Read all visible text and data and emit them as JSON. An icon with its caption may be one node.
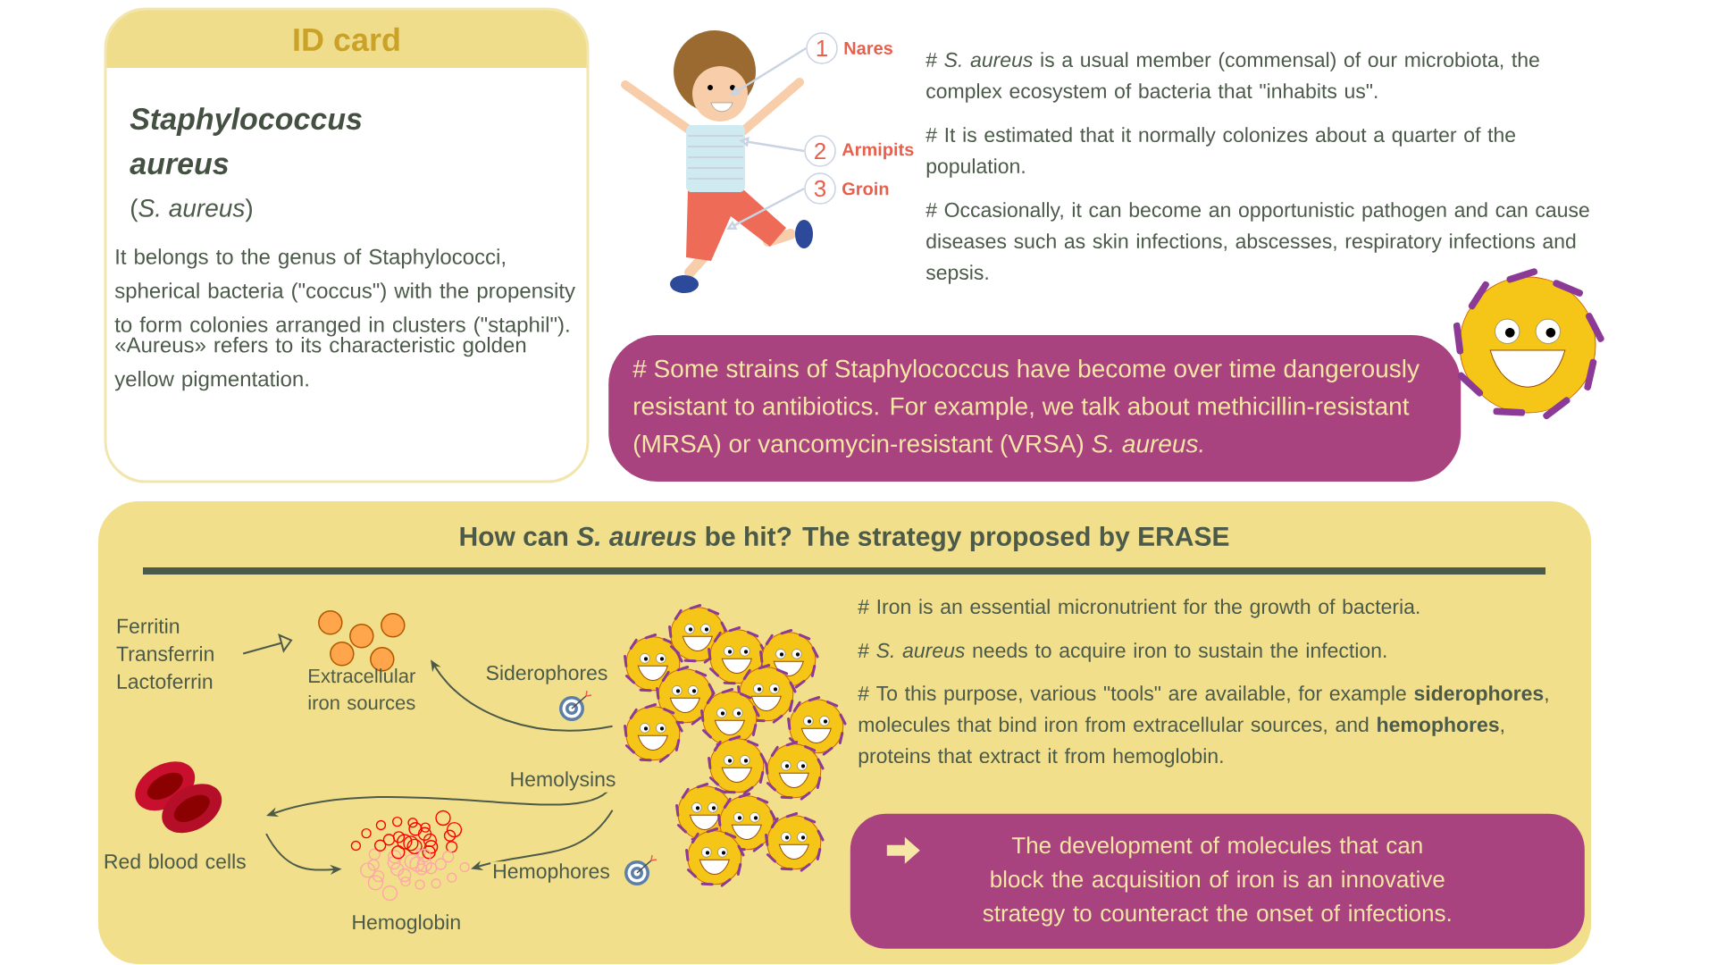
{
  "diagram": {
    "nodes": [
      {
        "text": [
          "ID card",
          "Staphylococcus aureus",
          "(*S. aureus*)",
          "It belongs to the genus of Staphylococci, spherical bacteria (\"coccus\") with the propensity to form colonies arranged in clusters (\"staphil\").",
          "«Aureus» refers to its characteristic golden yellow pigmentation."
        ]
      },
      {
        "text": [
          "1"
        ],
        "beside": [
          "Nares"
        ]
      },
      {
        "text": [
          "2"
        ],
        "beside": [
          "Armipits"
        ]
      },
      {
        "text": [
          "3"
        ],
        "beside": [
          "Groin"
        ]
      },
      {
        "text": [
          "# Some strains of Staphylococcus have become over time dangerously resistant to antibiotics. For example, we talk about methicillin-resistant (MRSA) or vancomycin-resistant (VRSA) *S. aureus.*"
        ]
      },
      {
        "text": [
          "How can *S. aureus* be hit? The strategy proposed by ERASE"
        ]
      },
      {
        "text": [
          "Ferritin Transferrin Lactoferrin"
        ],
        "in": 5
      },
      {
        "text": [
          "Extracellular iron sources"
        ],
        "in": 5
      },
      {
        "text": [],
        "shape": "picture",
        "in": 5
      },
      {
        "text": [
          "Red blood cells"
        ],
        "in": 5
      },
      {
        "text": [
          "Hemoglobin"
        ],
        "in": 5
      },
      {
        "text": [
          "The development of molecules that can block the acquisition of iron is an innovative strategy to counteract the onset of infections."
        ],
        "in": 5
      }
    ],
    "edges": [
      {
        "from": 1,
        "to": null,
        "arrow": "to",
        "color": "#c9d3e3"
      },
      {
        "from": 2,
        "to": null,
        "arrow": "to",
        "color": "#c9d3e3"
      },
      {
        "from": 3,
        "to": null,
        "arrow": "to",
        "color": "#c9d3e3"
      },
      {
        "from": 6,
        "to": 7,
        "arrow": "to"
      },
      {
        "from": 8,
        "to": 7,
        "arrow": "to",
        "label": "Siderophores"
      },
      {
        "from": 8,
        "to": 9,
        "arrow": "to",
        "label": "Hemolysins"
      },
      {
        "from": 8,
        "to": 10,
        "arrow": "to",
        "label": "Hemophores"
      },
      {
        "from": 9,
        "to": 10,
        "arrow": "to"
      }
    ],
    "labels": [
      "# *S. aureus* is a usual member (commensal) of our microbiota, the complex ecosystem of bacteria that \"inhabits us\".",
      "# It is estimated that it normally colonizes about a quarter of the population.",
      "# Occasionally, it can become an opportunistic pathogen and can cause diseases such as skin infections, abscesses, respiratory infections and sepsis.",
      "# Iron is an essential micronutrient for the growth of bacteria.",
      "# *S. aureus* needs to acquire iron to sustain the infection.",
      "# To this purpose, various \"tools\" are available, for example **siderophores**, molecules that bind iron from extracellular sources, and **hemophores**, proteins that extract it from hemoglobin."
    ]
  }
}
